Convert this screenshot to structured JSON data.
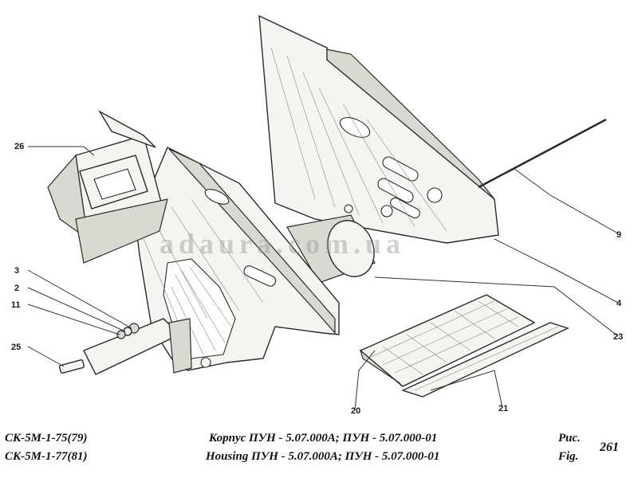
{
  "callouts": [
    {
      "id": "c26",
      "label": "26"
    },
    {
      "id": "c3",
      "label": "3"
    },
    {
      "id": "c2",
      "label": "2"
    },
    {
      "id": "c11",
      "label": "11"
    },
    {
      "id": "c25",
      "label": "25"
    },
    {
      "id": "c9",
      "label": "9"
    },
    {
      "id": "c4",
      "label": "4"
    },
    {
      "id": "c23",
      "label": "23"
    },
    {
      "id": "c20",
      "label": "20"
    },
    {
      "id": "c21",
      "label": "21"
    }
  ],
  "watermark": "adaura.com.ua",
  "caption": {
    "model_line1": "СК-5М-1-75(79)",
    "model_line2": "СК-5М-1-77(81)",
    "title_ru": "Корпус ПУН - 5.07.000А; ПУН - 5.07.000-01",
    "title_en": "Housing ПУН - 5.07.000А; ПУН - 5.07.000-01",
    "fig_ru": "Рис.",
    "fig_en": "Fig.",
    "fig_number": "261"
  }
}
